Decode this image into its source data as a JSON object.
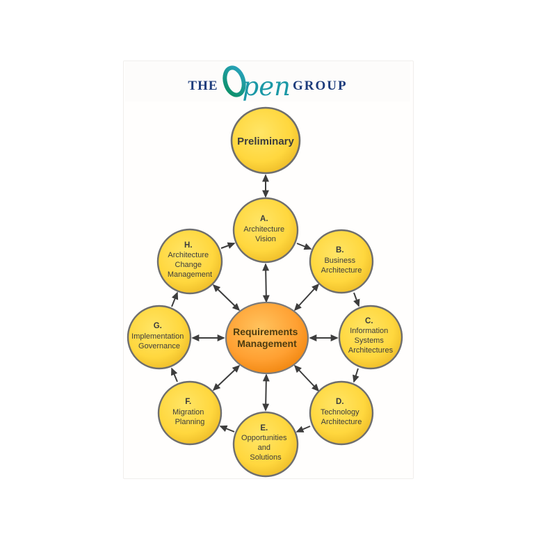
{
  "logo": {
    "the": "THE",
    "open": "Open",
    "open_tail": "pen",
    "group": "GROUP"
  },
  "diagram": {
    "center": {
      "l1": "Requirements",
      "l2": "Management"
    },
    "nodes": {
      "preliminary": {
        "label": "Preliminary"
      },
      "a": {
        "letter": "A.",
        "l1": "Architecture",
        "l2": "Vision"
      },
      "b": {
        "letter": "B.",
        "l1": "Business",
        "l2": "Architecture"
      },
      "c": {
        "letter": "C.",
        "l1": "Information",
        "l2": "Systems",
        "l3": "Architectures"
      },
      "d": {
        "letter": "D.",
        "l1": "Technology",
        "l2": "Architecture"
      },
      "e": {
        "letter": "E.",
        "l1": "Opportunities",
        "l2": "and",
        "l3": "Solutions"
      },
      "f": {
        "letter": "F.",
        "l1": "Migration",
        "l2": "Planning"
      },
      "g": {
        "letter": "G.",
        "l1": "Implementation",
        "l2": "Governance"
      },
      "h": {
        "letter": "H.",
        "l1": "Architecture",
        "l2": "Change",
        "l3": "Management"
      }
    },
    "connections": {
      "outer_cycle": [
        "H→A",
        "A→B",
        "B→C",
        "C→D",
        "D→E",
        "E→F",
        "F→G",
        "G→H"
      ],
      "bidirectional": [
        "Preliminary↔A",
        "Center↔A",
        "Center↔B",
        "Center↔C",
        "Center↔D",
        "Center↔E",
        "Center↔F",
        "Center↔G",
        "Center↔H"
      ]
    }
  },
  "colors": {
    "phase_highlight": "#ffe566",
    "phase_mid": "#ffd73e",
    "phase_edge": "#e9b522",
    "center_highlight": "#ffc35e",
    "center_mid": "#ffa032",
    "center_edge": "#ec7e04",
    "circle_outline": "#6e6e6e",
    "arrow": "#3d3d3d",
    "text": "#3c3c3c",
    "logo_navy": "#1d3c7c",
    "logo_teal_dark": "#0a8f63",
    "logo_teal_light": "#2aa3c0",
    "logo_pen_teal": "#1a98a6"
  }
}
